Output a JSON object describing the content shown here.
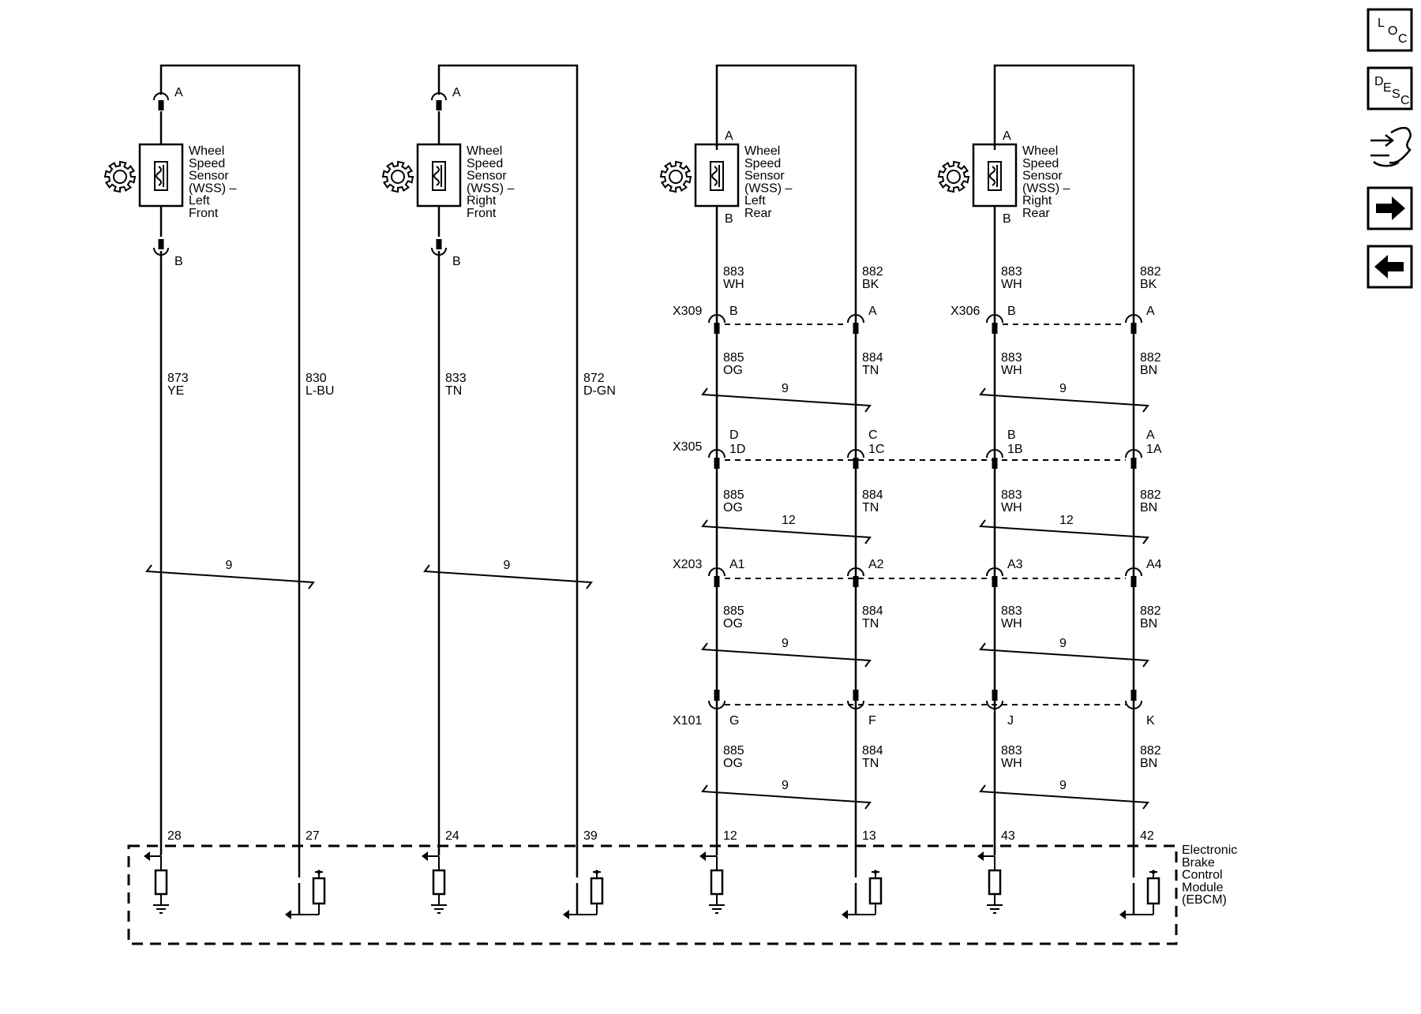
{
  "sensors": [
    {
      "id": "lf",
      "title": [
        "Wheel",
        "Speed",
        "Sensor",
        "(WSS) –",
        "Left",
        "Front"
      ],
      "pin_top": "A",
      "pin_bottom": "B",
      "wire_signal": {
        "circuit": "873",
        "color": "YE"
      },
      "wire_low": {
        "circuit": "830",
        "color": "L-BU"
      },
      "twist": "9",
      "ebcm_pins": [
        "28",
        "27"
      ]
    },
    {
      "id": "rf",
      "title": [
        "Wheel",
        "Speed",
        "Sensor",
        "(WSS) –",
        "Right",
        "Front"
      ],
      "pin_top": "A",
      "pin_bottom": "B",
      "wire_signal": {
        "circuit": "833",
        "color": "TN"
      },
      "wire_low": {
        "circuit": "872",
        "color": "D-GN"
      },
      "twist": "9",
      "ebcm_pins": [
        "24",
        "39"
      ]
    },
    {
      "id": "lr",
      "title": [
        "Wheel",
        "Speed",
        "Sensor",
        "(WSS) –",
        "Left",
        "Rear"
      ],
      "pin_top": "A",
      "pin_bottom": "B",
      "ebcm_pins": [
        "12",
        "13"
      ],
      "segments": [
        {
          "left": {
            "circuit": "883",
            "color": "WH"
          },
          "right": {
            "circuit": "882",
            "color": "BK"
          }
        },
        {
          "left": {
            "circuit": "885",
            "color": "OG"
          },
          "right": {
            "circuit": "884",
            "color": "TN"
          },
          "twist": "9"
        },
        {
          "left": {
            "circuit": "885",
            "color": "OG"
          },
          "right": {
            "circuit": "884",
            "color": "TN"
          },
          "twist": "12"
        },
        {
          "left": {
            "circuit": "885",
            "color": "OG"
          },
          "right": {
            "circuit": "884",
            "color": "TN"
          },
          "twist": "9"
        },
        {
          "left": {
            "circuit": "885",
            "color": "OG"
          },
          "right": {
            "circuit": "884",
            "color": "TN"
          },
          "twist": "9"
        }
      ],
      "connectors": [
        {
          "name": "X309",
          "left": [
            "B"
          ],
          "right": [
            "A"
          ]
        },
        {
          "name": "X305",
          "left": [
            "D",
            "1D"
          ],
          "right": [
            "C",
            "1C"
          ]
        },
        {
          "name": "X203",
          "left": [
            "A1"
          ],
          "right": [
            "A2"
          ]
        },
        {
          "name": "X101",
          "left": [
            "G"
          ],
          "right": [
            "F"
          ]
        }
      ]
    },
    {
      "id": "rr",
      "title": [
        "Wheel",
        "Speed",
        "Sensor",
        "(WSS) –",
        "Right",
        "Rear"
      ],
      "pin_top": "A",
      "pin_bottom": "B",
      "ebcm_pins": [
        "43",
        "42"
      ],
      "segments": [
        {
          "left": {
            "circuit": "883",
            "color": "WH"
          },
          "right": {
            "circuit": "882",
            "color": "BK"
          }
        },
        {
          "left": {
            "circuit": "883",
            "color": "WH"
          },
          "right": {
            "circuit": "882",
            "color": "BN"
          },
          "twist": "9"
        },
        {
          "left": {
            "circuit": "883",
            "color": "WH"
          },
          "right": {
            "circuit": "882",
            "color": "BN"
          },
          "twist": "12"
        },
        {
          "left": {
            "circuit": "883",
            "color": "WH"
          },
          "right": {
            "circuit": "882",
            "color": "BN"
          },
          "twist": "9"
        },
        {
          "left": {
            "circuit": "883",
            "color": "WH"
          },
          "right": {
            "circuit": "882",
            "color": "BN"
          },
          "twist": "9"
        }
      ],
      "connectors": [
        {
          "name": "X306",
          "left": [
            "B"
          ],
          "right": [
            "A"
          ]
        },
        {
          "name": "",
          "left": [
            "B",
            "1B"
          ],
          "right": [
            "A",
            "1A"
          ]
        },
        {
          "name": "",
          "left": [
            "A3"
          ],
          "right": [
            "A4"
          ]
        },
        {
          "name": "",
          "left": [
            "J"
          ],
          "right": [
            "K"
          ]
        }
      ]
    }
  ],
  "module": {
    "label": [
      "Electronic",
      "Brake",
      "Control",
      "Module",
      "(EBCM)"
    ]
  },
  "nav": {
    "loc": {
      "letters": [
        "L",
        "O",
        "C"
      ]
    },
    "desc": {
      "letters": [
        "D",
        "E",
        "S",
        "C"
      ]
    },
    "schematic_icon": "connector-harness-icon",
    "forward_icon": "arrow-right-icon",
    "back_icon": "arrow-left-icon"
  }
}
